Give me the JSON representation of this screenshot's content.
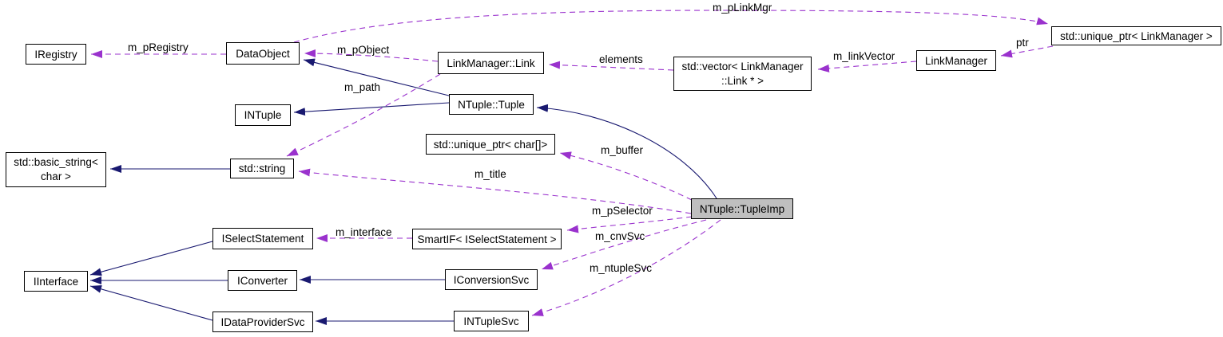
{
  "diagram": {
    "kind": "collaboration-graph",
    "highlighted_node": "NTuple::TupleImp",
    "colors": {
      "usage_edge": "#9a32cd",
      "inheritance_edge": "#191970",
      "node_border": "#000000",
      "node_fill": "#ffffff",
      "highlight_fill": "#bfbfbf",
      "background": "#ffffff",
      "text": "#000000"
    },
    "nodes": {
      "iregistry": {
        "label": "IRegistry"
      },
      "dataobject": {
        "label": "DataObject"
      },
      "linkmanager_link": {
        "label": "LinkManager::Link"
      },
      "vector_link": {
        "line1": "std::vector< LinkManager",
        "line2": "::Link * >"
      },
      "linkmanager": {
        "label": "LinkManager"
      },
      "uptr_linkmanager": {
        "label": "std::unique_ptr< LinkManager >"
      },
      "intuple": {
        "label": "INTuple"
      },
      "ntuple_tuple": {
        "label": "NTuple::Tuple"
      },
      "uptr_char": {
        "label": "std::unique_ptr< char[]>"
      },
      "basic_string": {
        "line1": "std::basic_string<",
        "line2": "char >"
      },
      "std_string": {
        "label": "std::string"
      },
      "tupleimp": {
        "label": "NTuple::TupleImp"
      },
      "iselectstatement": {
        "label": "ISelectStatement"
      },
      "smartif": {
        "label": "SmartIF< ISelectStatement >"
      },
      "iinterface": {
        "label": "IInterface"
      },
      "iconverter": {
        "label": "IConverter"
      },
      "iconversionsvc": {
        "label": "IConversionSvc"
      },
      "idataprovidersvc": {
        "label": "IDataProviderSvc"
      },
      "intuplesvc": {
        "label": "INTupleSvc"
      }
    },
    "edges": {
      "m_pregistry": {
        "from": "DataObject",
        "to": "IRegistry",
        "label": "m_pRegistry",
        "type": "usage"
      },
      "m_pobject": {
        "from": "LinkManager::Link",
        "to": "DataObject",
        "label": "m_pObject",
        "type": "usage"
      },
      "m_plinkmgr": {
        "from": "DataObject",
        "to": "std::unique_ptr< LinkManager >",
        "label": "m_pLinkMgr",
        "type": "usage"
      },
      "elements": {
        "from": "std::vector< LinkManager::Link * >",
        "to": "LinkManager::Link",
        "label": "elements",
        "type": "usage"
      },
      "m_linkvector": {
        "from": "LinkManager",
        "to": "std::vector< LinkManager::Link * >",
        "label": "m_linkVector",
        "type": "usage"
      },
      "ptr": {
        "from": "std::unique_ptr< LinkManager >",
        "to": "LinkManager",
        "label": "ptr",
        "type": "usage"
      },
      "m_path": {
        "from": "LinkManager::Link",
        "to": "std::string",
        "label": "m_path",
        "type": "usage"
      },
      "m_title": {
        "from": "NTuple::TupleImp",
        "to": "std::string",
        "label": "m_title",
        "type": "usage"
      },
      "m_buffer": {
        "from": "NTuple::TupleImp",
        "to": "std::unique_ptr< char[]>",
        "label": "m_buffer",
        "type": "usage"
      },
      "m_pselector": {
        "from": "NTuple::TupleImp",
        "to": "SmartIF< ISelectStatement >",
        "label": "m_pSelector",
        "type": "usage"
      },
      "m_cnvsvc": {
        "from": "NTuple::TupleImp",
        "to": "IConversionSvc",
        "label": "m_cnvSvc",
        "type": "usage"
      },
      "m_ntuplesvc": {
        "from": "NTuple::TupleImp",
        "to": "INTupleSvc",
        "label": "m_ntupleSvc",
        "type": "usage"
      },
      "m_interface": {
        "from": "SmartIF< ISelectStatement >",
        "to": "ISelectStatement",
        "label": "m_interface",
        "type": "usage"
      },
      "tuple_inherits_dataobject": {
        "from": "NTuple::Tuple",
        "to": "DataObject",
        "type": "inheritance"
      },
      "tuple_inherits_intuple": {
        "from": "NTuple::Tuple",
        "to": "INTuple",
        "type": "inheritance"
      },
      "string_inherits_basicstring": {
        "from": "std::string",
        "to": "std::basic_string< char >",
        "type": "inheritance"
      },
      "tupleimp_inherits_tuple": {
        "from": "NTuple::TupleImp",
        "to": "NTuple::Tuple",
        "type": "inheritance"
      },
      "iselect_inherits_iinterface": {
        "from": "ISelectStatement",
        "to": "IInterface",
        "type": "inheritance"
      },
      "iconverter_inherits_iinterface": {
        "from": "IConverter",
        "to": "IInterface",
        "type": "inheritance"
      },
      "idataprovider_inherits_iinterface": {
        "from": "IDataProviderSvc",
        "to": "IInterface",
        "type": "inheritance"
      },
      "iconversionsvc_inherits_iconverter": {
        "from": "IConversionSvc",
        "to": "IConverter",
        "type": "inheritance"
      },
      "intuplesvc_inherits_idataprovider": {
        "from": "INTupleSvc",
        "to": "IDataProviderSvc",
        "type": "inheritance"
      }
    }
  }
}
